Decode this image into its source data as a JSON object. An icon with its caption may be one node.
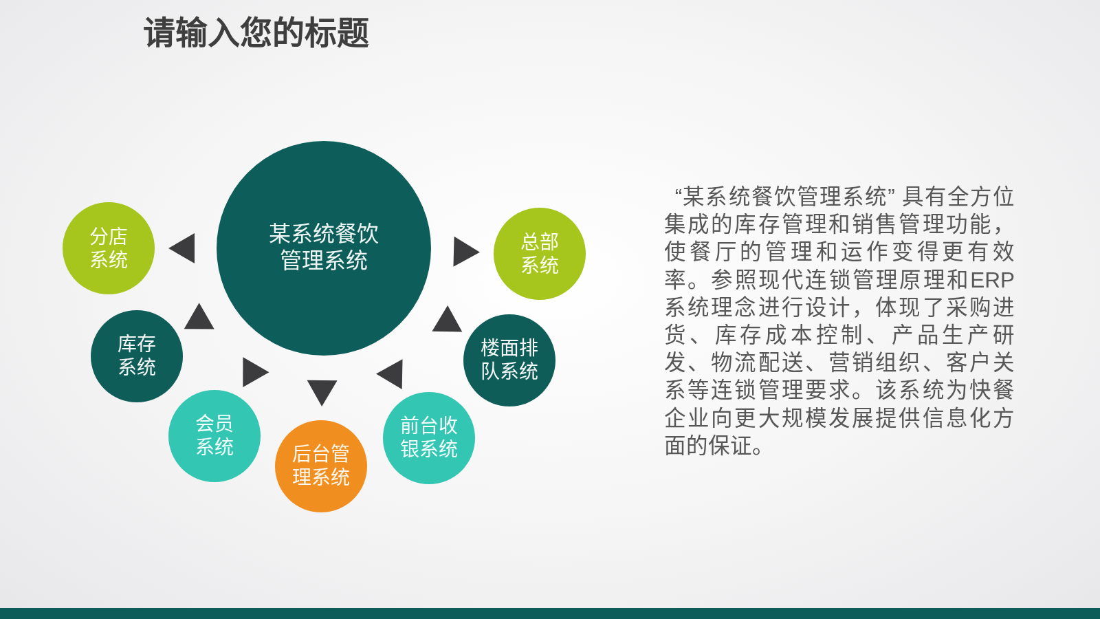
{
  "diagram": {
    "title": "请输入您的标题",
    "nodes": [
      {
        "text": [
          "某系统餐饮管理系统"
        ]
      },
      {
        "text": [
          "分店系统"
        ]
      },
      {
        "text": [
          "总部系统"
        ]
      },
      {
        "text": [
          "库存系统"
        ]
      },
      {
        "text": [
          "楼面排队系统"
        ]
      },
      {
        "text": [
          "会员系统"
        ]
      },
      {
        "text": [
          "后台管理系统"
        ]
      },
      {
        "text": [
          "前台收银系统"
        ]
      }
    ],
    "edges": [
      {
        "from": 0,
        "to": 1,
        "arrow": "to"
      },
      {
        "from": 0,
        "to": 2,
        "arrow": "to"
      },
      {
        "from": 0,
        "to": 3,
        "arrow": "to"
      },
      {
        "from": 0,
        "to": 4,
        "arrow": "to"
      },
      {
        "from": 0,
        "to": 5,
        "arrow": "to"
      },
      {
        "from": 0,
        "to": 6,
        "arrow": "to"
      },
      {
        "from": 0,
        "to": 7,
        "arrow": "to"
      }
    ],
    "labels": [
      "“某系统餐饮管理系统” 具有全方位集成的库存管理和销售管理功能，使餐厅的管理和运作变得更有效率。参照现代连锁管理原理和ERP系统理念进行设计，体现了采购进货、库存成本控制、产品生产研发、物流配送、营销组织、客户关系等连锁管理要求。该系统为快餐企业向更大规模发展提供信息化方面的保证。"
    ]
  }
}
